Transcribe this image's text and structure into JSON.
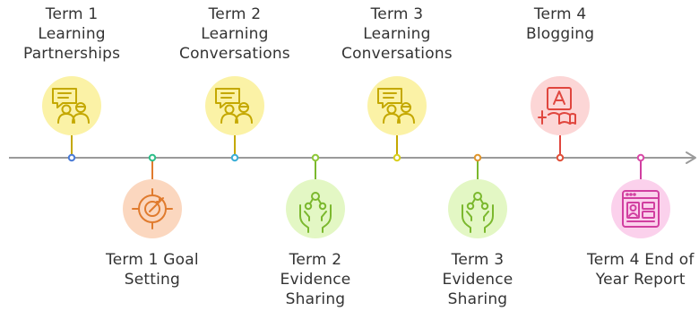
{
  "milestones": [
    {
      "lines": [
        "Term 1",
        "Learning",
        "Partnerships"
      ],
      "position": "above",
      "icon": "learning-conversation-icon",
      "dot_color": "#4a7bd6",
      "circle_color": "#fbf2a6",
      "icon_color": "#c4a800"
    },
    {
      "lines": [
        "Term 1 Goal",
        "Setting"
      ],
      "position": "below",
      "icon": "target-icon",
      "dot_color": "#2fbf8a",
      "circle_color": "#fbd7bf",
      "icon_color": "#e07b2e"
    },
    {
      "lines": [
        "Term 2",
        "Learning",
        "Conversations"
      ],
      "position": "above",
      "icon": "learning-conversation-icon",
      "dot_color": "#3aaed6",
      "circle_color": "#fbf2a6",
      "icon_color": "#c4a800"
    },
    {
      "lines": [
        "Term 2",
        "Evidence",
        "Sharing"
      ],
      "position": "below",
      "icon": "sharing-hands-icon",
      "dot_color": "#8fc93a",
      "circle_color": "#e3f7c4",
      "icon_color": "#7bb82e"
    },
    {
      "lines": [
        "Term 3",
        "Learning",
        "Conversations"
      ],
      "position": "above",
      "icon": "learning-conversation-icon",
      "dot_color": "#d9cf1c",
      "circle_color": "#fbf2a6",
      "icon_color": "#c4a800"
    },
    {
      "lines": [
        "Term 3",
        "Evidence",
        "Sharing"
      ],
      "position": "below",
      "icon": "sharing-hands-icon",
      "dot_color": "#e0962e",
      "circle_color": "#e3f7c4",
      "icon_color": "#7bb82e"
    },
    {
      "lines": [
        "Term 4",
        "Blogging"
      ],
      "position": "above",
      "icon": "blogging-icon",
      "dot_color": "#e0503a",
      "circle_color": "#fcd6d6",
      "icon_color": "#e0463e"
    },
    {
      "lines": [
        "Term 4 End of",
        "Year Report"
      ],
      "position": "below",
      "icon": "report-window-icon",
      "dot_color": "#d94aa8",
      "circle_color": "#fbd1ec",
      "icon_color": "#d13fa0"
    }
  ],
  "colors": {
    "axis": "#9a9a9a",
    "text": "#333333"
  }
}
